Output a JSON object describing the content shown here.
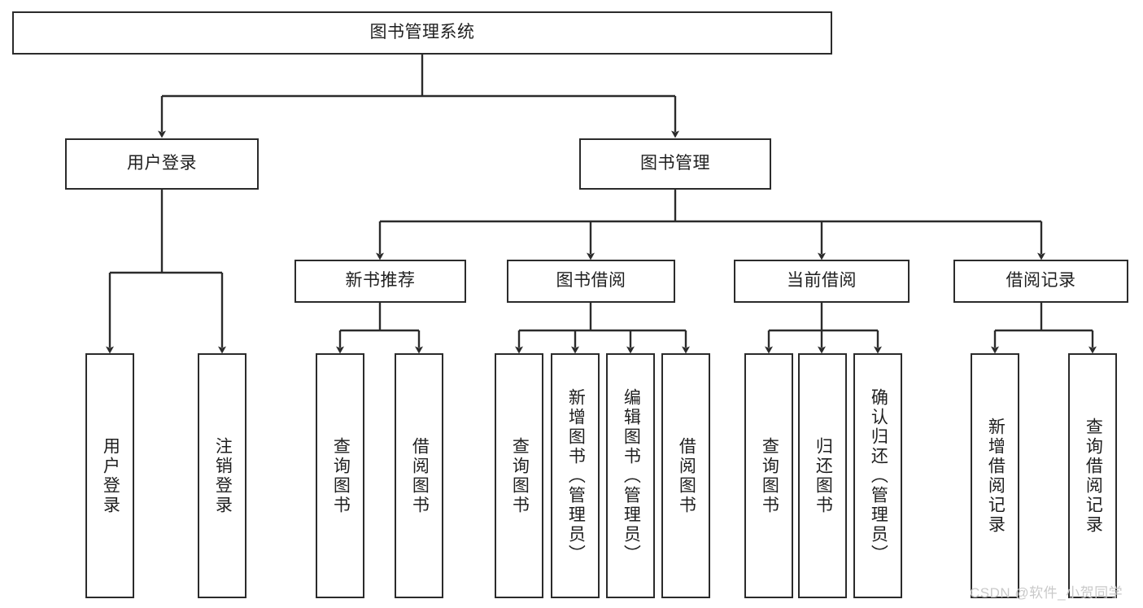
{
  "diagram": {
    "type": "tree-hierarchy-chart",
    "title": "图书管理系统",
    "stroke_color": "#2b2b2b",
    "background_color": "#ffffff",
    "text_color": "#1f1f1f",
    "root": {
      "id": "root",
      "label": "图书管理系统"
    },
    "level2": [
      {
        "id": "user-login",
        "label": "用户登录"
      },
      {
        "id": "book-management",
        "label": "图书管理"
      }
    ],
    "level3": [
      {
        "id": "new-book-recommend",
        "label": "新书推荐"
      },
      {
        "id": "book-borrow",
        "label": "图书借阅"
      },
      {
        "id": "current-borrow",
        "label": "当前借阅"
      },
      {
        "id": "borrow-record",
        "label": "借阅记录"
      }
    ],
    "leaves": {
      "user_login": [
        {
          "id": "leaf-user-login",
          "label": "用户登录"
        },
        {
          "id": "leaf-logout-login",
          "label": "注销登录"
        }
      ],
      "new_book_recommend": [
        {
          "id": "leaf-query-book-1",
          "label": "查询图书"
        },
        {
          "id": "leaf-borrow-book-1",
          "label": "借阅图书"
        }
      ],
      "book_borrow": [
        {
          "id": "leaf-query-book-2",
          "label": "查询图书"
        },
        {
          "id": "leaf-add-book",
          "label": "新增图书（管理员）"
        },
        {
          "id": "leaf-edit-book",
          "label": "编辑图书（管理员）"
        },
        {
          "id": "leaf-borrow-book-2",
          "label": "借阅图书"
        }
      ],
      "current_borrow": [
        {
          "id": "leaf-query-book-3",
          "label": "查询图书"
        },
        {
          "id": "leaf-return-book",
          "label": "归还图书"
        },
        {
          "id": "leaf-confirm-return",
          "label": "确认归还（管理员）"
        }
      ],
      "borrow_record": [
        {
          "id": "leaf-add-record",
          "label": "新增借阅记录"
        },
        {
          "id": "leaf-query-record",
          "label": "查询借阅记录"
        }
      ]
    }
  },
  "watermark": {
    "text": "CSDN @软件_小贺同学"
  }
}
